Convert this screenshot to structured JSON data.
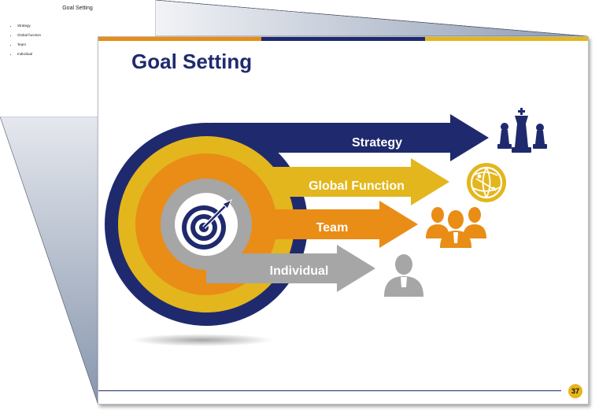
{
  "thumbnail": {
    "title": "Goal Setting",
    "bullets": [
      "Strategy",
      "Global function",
      "Team",
      "Individual"
    ]
  },
  "slide": {
    "title": "Goal Setting",
    "page_number": "37",
    "arrows": [
      "Strategy",
      "Global Function",
      "Team",
      "Individual"
    ],
    "icons": [
      "chess-pieces-icon",
      "globe-icon",
      "team-icon",
      "individual-icon",
      "target-icon"
    ],
    "colors": {
      "navy": "#1f2a6e",
      "gold": "#e3b61d",
      "orange": "#e98d16",
      "gray": "#a6a6a6",
      "stripe_orange": "#e98d16",
      "stripe_navy": "#1f2a6e",
      "stripe_gold": "#e3b61d"
    }
  }
}
